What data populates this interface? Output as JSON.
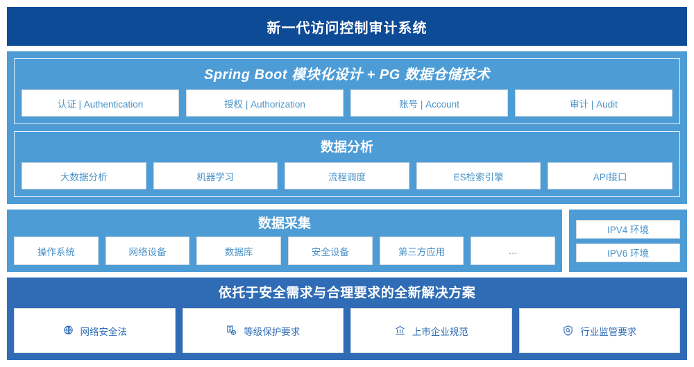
{
  "header": {
    "title": "新一代访问控制审计系统"
  },
  "platform": {
    "core": {
      "title": "Spring Boot 模块化设计 + PG 数据仓储技术",
      "cards": [
        {
          "label": "认证 | Authentication"
        },
        {
          "label": "授权 | Authorization"
        },
        {
          "label": "账号 | Account"
        },
        {
          "label": "审计 | Audit"
        }
      ]
    },
    "analysis": {
      "title": "数据分析",
      "cards": [
        {
          "label": "大数据分析"
        },
        {
          "label": "机器学习"
        },
        {
          "label": "流程调度"
        },
        {
          "label": "ES检索引擎"
        },
        {
          "label": "API接口"
        }
      ]
    }
  },
  "collection": {
    "title": "数据采集",
    "cards": [
      {
        "label": "操作系统"
      },
      {
        "label": "网络设备"
      },
      {
        "label": "数据库"
      },
      {
        "label": "安全设备"
      },
      {
        "label": "第三方应用"
      },
      {
        "label": "…"
      }
    ]
  },
  "environment": {
    "cards": [
      {
        "label": "IPV4 环境"
      },
      {
        "label": "IPV6 环境"
      }
    ]
  },
  "solution": {
    "title": "依托于安全需求与合理要求的全新解决方案",
    "cards": [
      {
        "label": "网络安全法",
        "icon": "globe-icon"
      },
      {
        "label": "等级保护要求",
        "icon": "document-check-icon"
      },
      {
        "label": "上市企业规范",
        "icon": "bank-icon"
      },
      {
        "label": "行业监管要求",
        "icon": "shield-search-icon"
      }
    ]
  },
  "colors": {
    "header_bg": "#0e4b96",
    "panel_bg": "#4d9cd6",
    "solution_bg": "#2f6cb5",
    "card_bg": "#ffffff",
    "card_text": "#4a93c9",
    "solution_card_text": "#2f6cb5"
  }
}
